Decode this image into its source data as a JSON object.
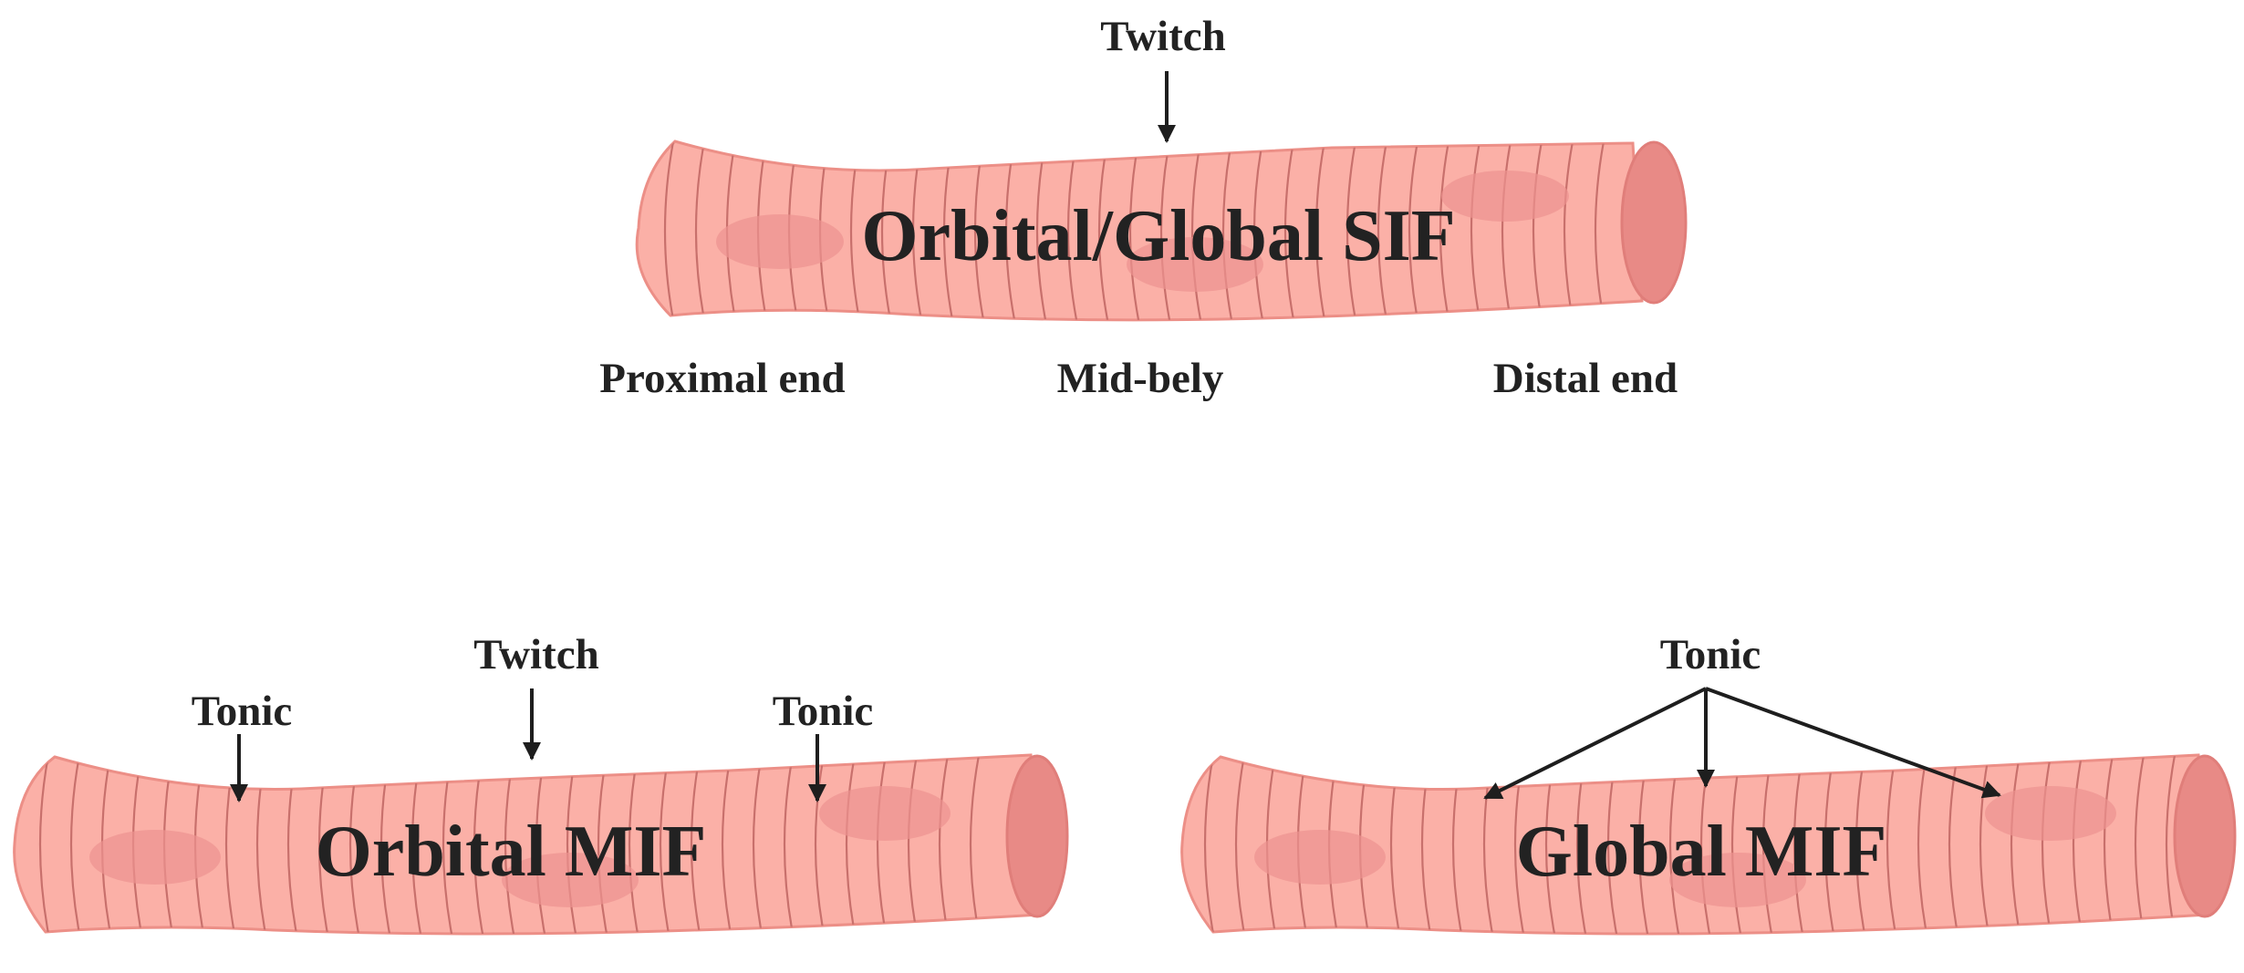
{
  "colors": {
    "fiber_fill": "#fbb0a7",
    "fiber_end": "#e88a86",
    "stripe": "#c8706c",
    "text": "#222222"
  },
  "sif": {
    "title": "Orbital/Global SIF",
    "innervation_label": "Twitch",
    "positions": {
      "proximal": "Proximal end",
      "mid": "Mid-bely",
      "distal": "Distal end"
    }
  },
  "orbital_mif": {
    "title": "Orbital MIF",
    "labels": [
      "Tonic",
      "Twitch",
      "Tonic"
    ]
  },
  "global_mif": {
    "title": "Global MIF",
    "label": "Tonic"
  }
}
